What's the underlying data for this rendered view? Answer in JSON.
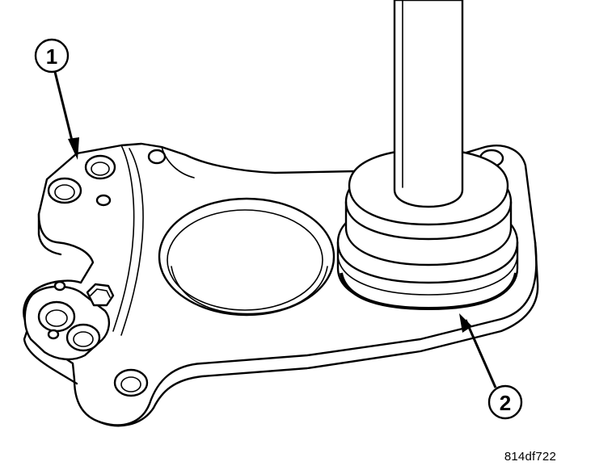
{
  "figure": {
    "id_label": "814df722",
    "callouts": [
      {
        "number": "1"
      },
      {
        "number": "2"
      }
    ]
  }
}
